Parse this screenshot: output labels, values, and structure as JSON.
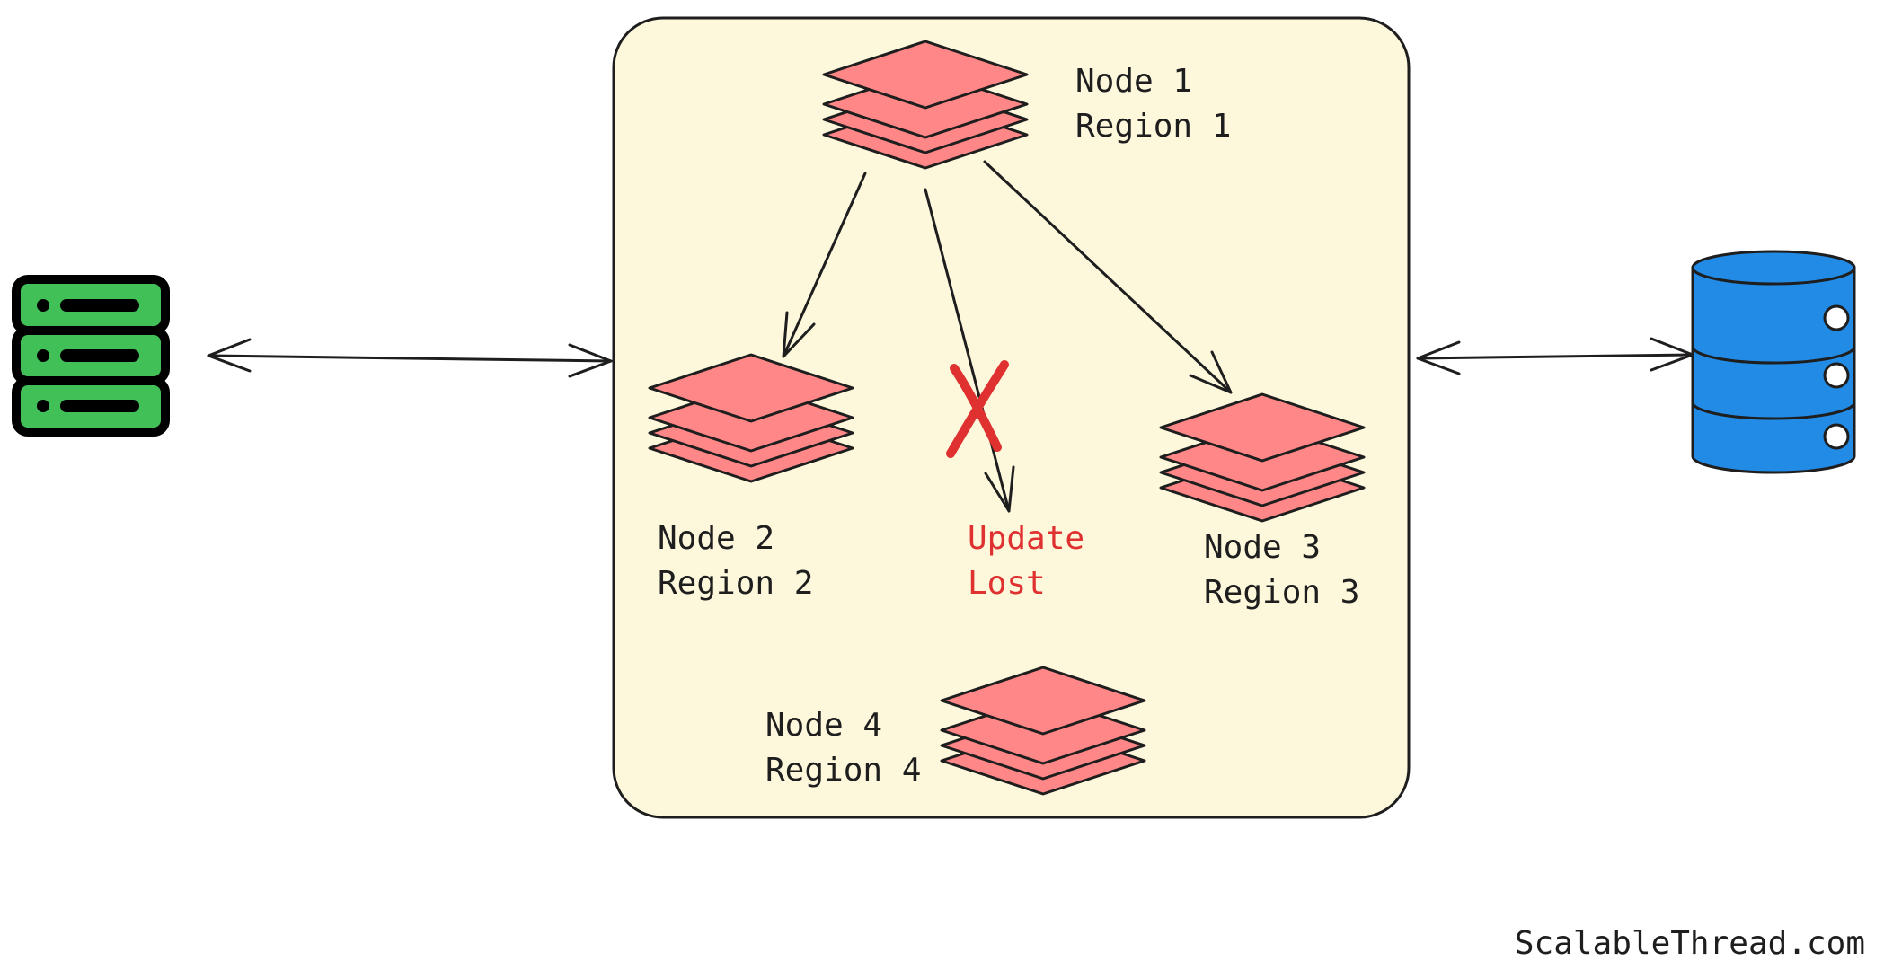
{
  "nodes": [
    {
      "name": "Node 1",
      "region": "Region 1"
    },
    {
      "name": "Node 2",
      "region": "Region 2"
    },
    {
      "name": "Node 3",
      "region": "Region 3"
    },
    {
      "name": "Node 4",
      "region": "Region 4"
    }
  ],
  "lost_update": {
    "line1": "Update",
    "line2": "Lost"
  },
  "watermark": "ScalableThread.com",
  "icons": {
    "client": "server-icon",
    "database": "database-icon",
    "node": "layers-icon",
    "failure": "x-mark-icon"
  },
  "colors": {
    "cluster_fill": "#fdf8dc",
    "node_fill": "#ff8787",
    "server_fill": "#40c057",
    "database_fill": "#228be6",
    "failure": "#e03131",
    "stroke": "#1e1e1e"
  }
}
